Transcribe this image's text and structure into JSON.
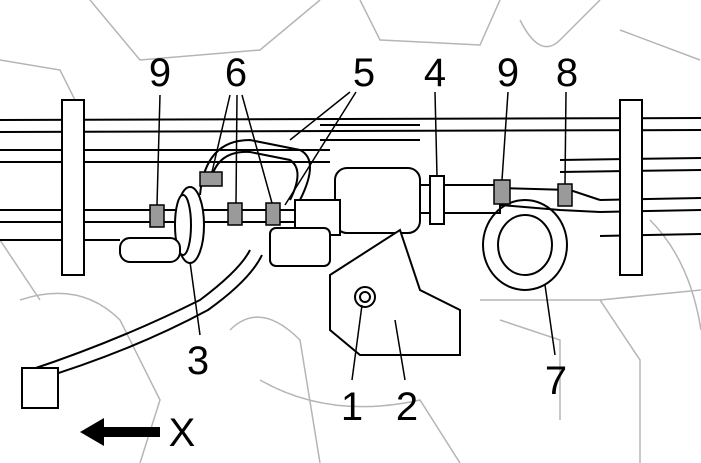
{
  "diagram": {
    "callouts": {
      "c9a": "9",
      "c6": "6",
      "c5": "5",
      "c4": "4",
      "c9b": "9",
      "c8": "8",
      "c3": "3",
      "c1": "1",
      "c2": "2",
      "c7": "7"
    },
    "direction_label": "X"
  }
}
